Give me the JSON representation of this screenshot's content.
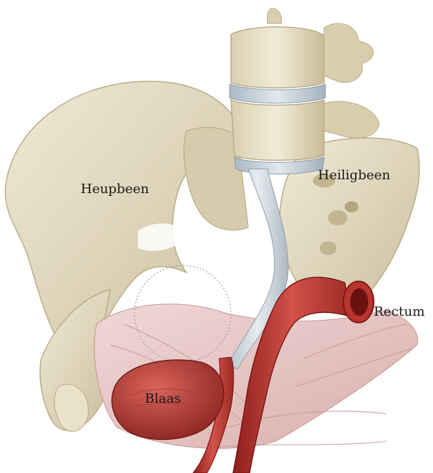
{
  "labels": {
    "hip_bone": "Heupbeen",
    "sacrum": "Heiligbeen",
    "rectum": "Rectum",
    "bladder": "Blaas"
  }
}
